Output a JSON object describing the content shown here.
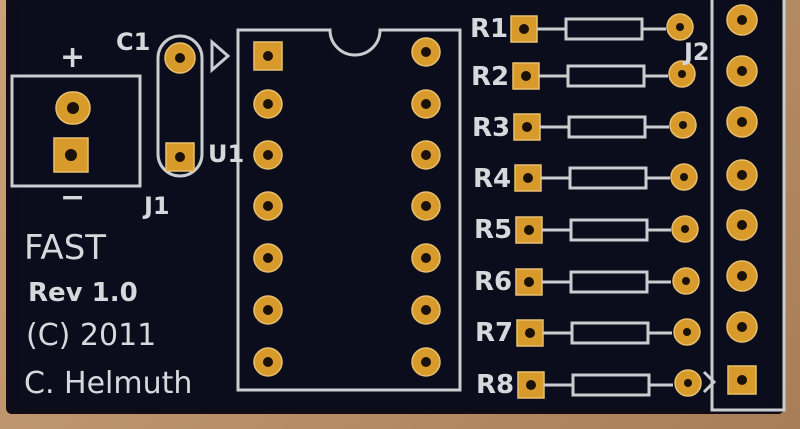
{
  "board": {
    "title": "FAST",
    "revision": "Rev 1.0",
    "copyright": "(C) 2011",
    "author": "C. Helmuth"
  },
  "labels": {
    "c1": "C1",
    "u1": "U1",
    "j1": "J1",
    "j2": "J2",
    "plus": "+",
    "minus": "−"
  },
  "resistors": [
    "R1",
    "R2",
    "R3",
    "R4",
    "R5",
    "R6",
    "R7",
    "R8"
  ],
  "colors": {
    "board": "#0b0c1c",
    "pad": "#d89a2a",
    "silkscreen": "#c9cdd0"
  }
}
